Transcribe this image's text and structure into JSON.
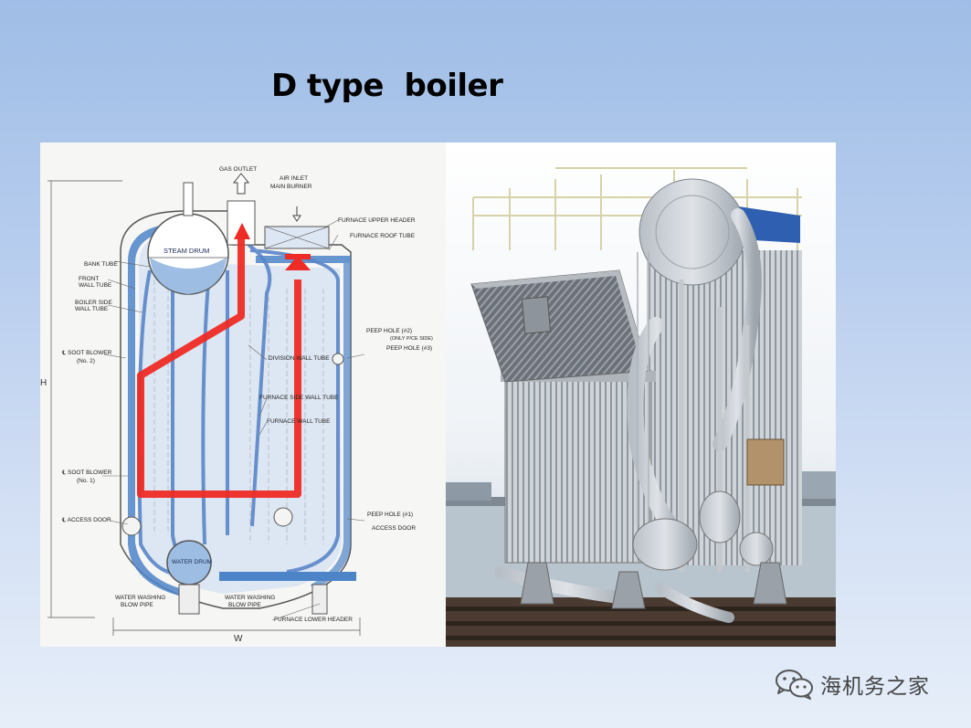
{
  "slide": {
    "title": "D type  boiler"
  },
  "diagram": {
    "labels": {
      "gas_outlet": "GAS OUTLET",
      "air_inlet": "AIR INLET",
      "main_burner": "MAIN BURNER",
      "furnace_upper_header": "FURNACE UPPER HEADER",
      "furnace_roof_tube": "FURNACE ROOF TUBE",
      "steam_drum": "STEAM DRUM",
      "bank_tube": "BANK TUBE",
      "front_wall_tube_1": "FRONT",
      "front_wall_tube_2": "WALL TUBE",
      "boiler_side_wall_tube_1": "BOILER SIDE",
      "boiler_side_wall_tube_2": "WALL TUBE",
      "soot_blower_2": "℄ SOOT BLOWER",
      "soot_blower_2_no": "(No. 2)",
      "peep_hole_2": "PEEP HOLE (#2)",
      "peep_hole_2_note": "(ONLY P/CE SIDE)",
      "peep_hole_3": "PEEP HOLE (#3)",
      "division_wall_tube": "DIVISION WALL TUBE",
      "h": "H",
      "furnace_side_wall_tube": "FURNACE SIDE WALL TUBE",
      "furnace_wall_tube": "FURNACE WALL TUBE",
      "soot_blower_1": "℄ SOOT BLOWER",
      "soot_blower_1_no": "(No. 1)",
      "access_door_left": "℄ ACCESS DOOR",
      "peep_hole_1": "PEEP HOLE (#1)",
      "access_door_right": "ACCESS DOOR",
      "water_drum": "WATER DRUM",
      "water_washing_left_1": "WATER WASHING",
      "water_washing_left_2": "BLOW PIPE",
      "water_washing_right_1": "WATER WASHING",
      "water_washing_right_2": "BLOW PIPE",
      "furnace_lower_header": "FURNACE LOWER HEADER",
      "w": "W"
    },
    "colors": {
      "gas_flow": "#ee2b24",
      "water_tubes": "#5a86c8",
      "refractory": "#4d84c8",
      "furnace_fill": "#dde6f3"
    }
  },
  "watermark": {
    "icon": "wechat-icon",
    "text": "海机务之家"
  }
}
